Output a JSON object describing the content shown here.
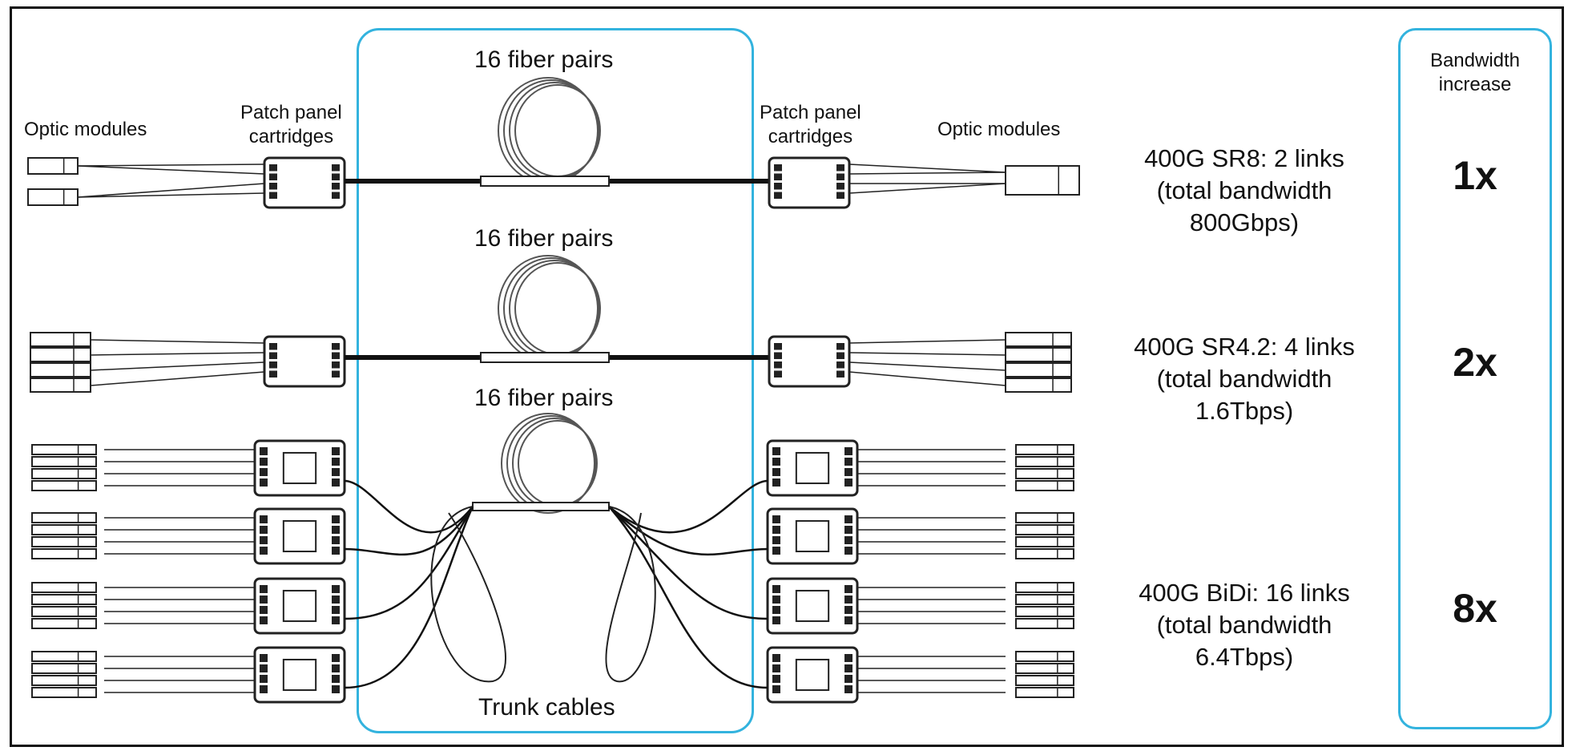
{
  "labels": {
    "optic_modules_left": "Optic modules",
    "optic_modules_right": "Optic modules",
    "patch_panel_left_l1": "Patch panel",
    "patch_panel_left_l2": "cartridges",
    "patch_panel_right_l1": "Patch panel",
    "patch_panel_right_l2": "cartridges",
    "fiber_pairs_1": "16 fiber pairs",
    "fiber_pairs_2": "16 fiber pairs",
    "fiber_pairs_3": "16 fiber pairs",
    "trunk_cables": "Trunk cables",
    "bandwidth_header_l1": "Bandwidth",
    "bandwidth_header_l2": "increase"
  },
  "rows": [
    {
      "l1": "400G SR8: 2 links",
      "l2": "(total bandwidth",
      "l3": "800Gbps)",
      "increase": "1x"
    },
    {
      "l1": "400G SR4.2: 4 links",
      "l2": "(total bandwidth",
      "l3": "1.6Tbps)",
      "increase": "2x"
    },
    {
      "l1": "400G BiDi: 16 links",
      "l2": "(total bandwidth",
      "l3": "6.4Tbps)",
      "increase": "8x"
    }
  ],
  "colors": {
    "accent": "#33b3de",
    "ink": "#111111"
  }
}
